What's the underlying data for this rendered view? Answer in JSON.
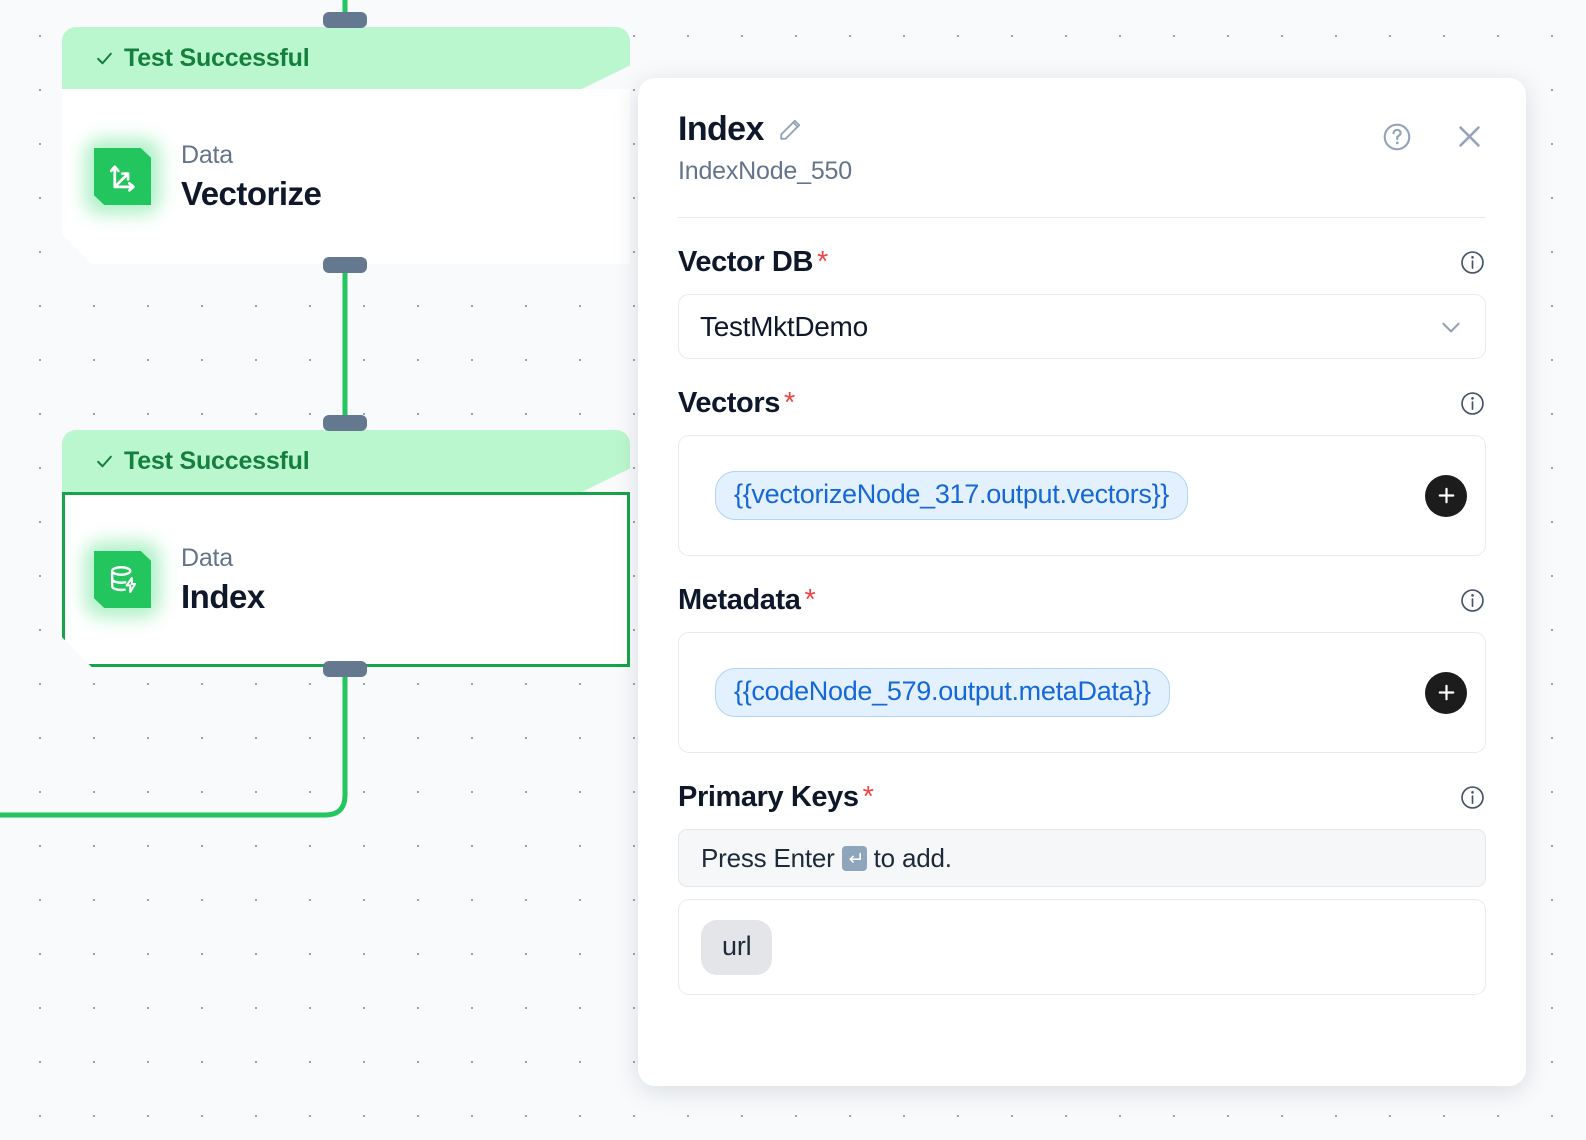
{
  "canvas": {
    "nodes": [
      {
        "status_label": "Test Successful",
        "status_icon": "check-icon",
        "kind": "Data",
        "title": "Vectorize",
        "icon": "vector-axes-icon",
        "selected": false
      },
      {
        "status_label": "Test Successful",
        "status_icon": "check-icon",
        "kind": "Data",
        "title": "Index",
        "icon": "database-bolt-icon",
        "selected": true
      }
    ],
    "edge_color": "#22c55e",
    "handle_color": "#64798f",
    "status_bg": "#bbf7ce",
    "status_text_color": "#15803d"
  },
  "panel": {
    "title": "Index",
    "edit_icon": "pencil-icon",
    "subtitle": "IndexNode_550",
    "help_icon": "help-circle-icon",
    "close_icon": "close-icon",
    "fields": {
      "vector_db": {
        "label": "Vector DB",
        "required": "*",
        "info_icon": "info-icon",
        "value": "TestMktDemo",
        "chevron_icon": "chevron-down-icon"
      },
      "vectors": {
        "label": "Vectors",
        "required": "*",
        "info_icon": "info-icon",
        "token": "{{vectorizeNode_317.output.vectors}}",
        "add_icon": "plus-icon"
      },
      "metadata": {
        "label": "Metadata",
        "required": "*",
        "info_icon": "info-icon",
        "token": "{{codeNode_579.output.metaData}}",
        "add_icon": "plus-icon"
      },
      "primary_keys": {
        "label": "Primary Keys",
        "required": "*",
        "info_icon": "info-icon",
        "placeholder_before": "Press Enter",
        "enter_key_icon": "enter-key-icon",
        "placeholder_after": "to add.",
        "chips": [
          "url"
        ]
      }
    },
    "accent_token_color": "#1668d6",
    "required_color": "#ef4444"
  }
}
